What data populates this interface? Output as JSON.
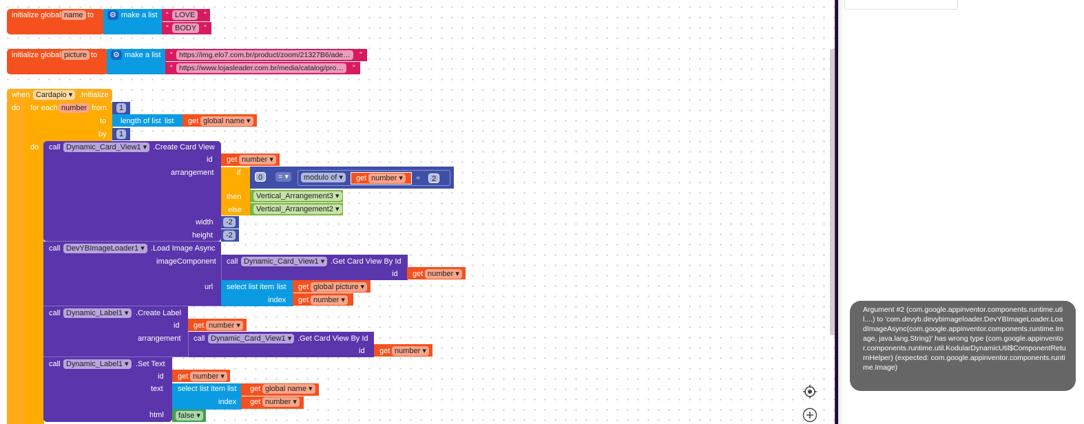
{
  "globals": [
    {
      "keyword": "initialize global",
      "name": "name",
      "to": "to",
      "list_label": "make a list",
      "items": [
        "LOVE",
        "BODY"
      ]
    },
    {
      "keyword": "initialize global",
      "name": "picture",
      "to": "to",
      "list_label": "make a list",
      "items": [
        "https://img.elo7.com.br/product/zoom/21327B6/ade…",
        "https://www.lojasleader.com.br/media/catalog/pro…"
      ]
    }
  ],
  "quote_open": "“",
  "quote_close": "”",
  "event": {
    "when": "when",
    "component": "Cardapio",
    "event": ".Initialize",
    "do": "do"
  },
  "for_each": {
    "label": "for each",
    "var": "number",
    "from": "from",
    "from_value": "1",
    "to": "to",
    "length_label": "length of list",
    "list": "list",
    "get": "get",
    "list_var": "global name",
    "by": "by",
    "by_value": "1",
    "do": "do"
  },
  "create_card": {
    "call": "call",
    "component": "Dynamic_Card_View1",
    "method": ".Create Card View",
    "id": "id",
    "get": "get",
    "var": "number",
    "arrangement": "arrangement",
    "if": "if",
    "then": "then",
    "else": "else",
    "cmp_left": "0",
    "cmp_op": "=",
    "modulo": "modulo of",
    "div": "÷",
    "divisor": "2",
    "then_value": "Vertical_Arrangement3",
    "else_value": "Vertical_Arrangement2",
    "width": "width",
    "width_value": "-2",
    "height": "height",
    "height_value": "-2"
  },
  "load_image": {
    "call": "call",
    "component": "DevYBImageLoader1",
    "method": ".Load Image Async",
    "image_component": "imageComponent",
    "inner_call": "call",
    "inner_component": "Dynamic_Card_View1",
    "inner_method": ".Get Card View By Id",
    "id": "id",
    "get": "get",
    "var": "number",
    "url": "url",
    "select": "select list item",
    "list": "list",
    "list_var": "global picture",
    "index": "index"
  },
  "create_label": {
    "call": "call",
    "component": "Dynamic_Label1",
    "method": ".Create Label",
    "id": "id",
    "get": "get",
    "var": "number",
    "arrangement": "arrangement",
    "inner_call": "call",
    "inner_component": "Dynamic_Card_View1",
    "inner_method": ".Get Card View By Id"
  },
  "set_text": {
    "call": "call",
    "component": "Dynamic_Label1",
    "method": ".Set Text",
    "id": "id",
    "get": "get",
    "var": "number",
    "text": "text",
    "select": "select list item",
    "list": "list",
    "list_var": "global name",
    "index": "index",
    "html": "html",
    "html_value": "false"
  },
  "dropdown_arrow": "▾",
  "tooltip": {
    "text": "Argument #2 (com.google.appinventor.components.runtime.util....) to 'com.devyb.devybimageloader.DevYBImageLoader.LoadImageAsync(com.google.appinventor.components.runtime.Image, java.lang.String)' has wrong type (com.google.appinventor.components.runtime.util.KodularDynamicUtil$ComponentReturnHelper) (expected: com.google.appinventor.components.runtime.Image)"
  }
}
